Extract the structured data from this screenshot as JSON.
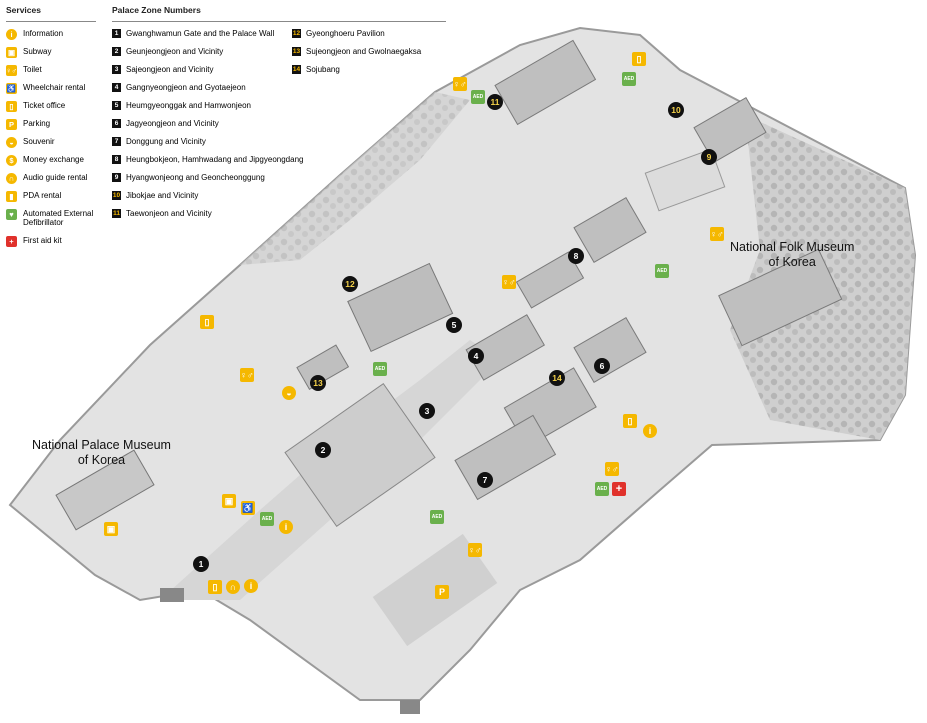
{
  "legend": {
    "services_title": "Services",
    "zones_title": "Palace Zone Numbers",
    "services": [
      {
        "icon": "info-icon",
        "glyph": "i",
        "label": "Information"
      },
      {
        "icon": "subway-icon",
        "glyph": "▣",
        "label": "Subway"
      },
      {
        "icon": "toilet-icon",
        "glyph": "♀♂",
        "label": "Toilet"
      },
      {
        "icon": "wheelchair-icon",
        "glyph": "♿",
        "label": "Wheelchair rental"
      },
      {
        "icon": "ticket-icon",
        "glyph": "▯",
        "label": "Ticket office"
      },
      {
        "icon": "parking-icon",
        "glyph": "P",
        "label": "Parking"
      },
      {
        "icon": "souvenir-icon",
        "glyph": "◒",
        "label": "Souvenir"
      },
      {
        "icon": "money-exchange-icon",
        "glyph": "$",
        "label": "Money exchange"
      },
      {
        "icon": "audio-guide-icon",
        "glyph": "∩",
        "label": "Audio guide rental"
      },
      {
        "icon": "pda-icon",
        "glyph": "▮",
        "label": "PDA rental"
      },
      {
        "icon": "aed-icon",
        "glyph": "♥",
        "label": "Automated External\nDefibrillator"
      },
      {
        "icon": "first-aid-icon",
        "glyph": "+",
        "label": "First aid kit"
      }
    ],
    "zones": [
      {
        "num": "1",
        "label": "Gwanghwamun Gate and the Palace Wall"
      },
      {
        "num": "2",
        "label": "Geunjeongjeon and Vicinity"
      },
      {
        "num": "3",
        "label": "Sajeongjeon and Vicinity"
      },
      {
        "num": "4",
        "label": "Gangnyeongjeon and Gyotaejeon"
      },
      {
        "num": "5",
        "label": "Heumgyeonggak and Hamwonjeon"
      },
      {
        "num": "6",
        "label": "Jagyeongjeon and Vicinity"
      },
      {
        "num": "7",
        "label": "Donggung and Vicinity"
      },
      {
        "num": "8",
        "label": "Heungbokjeon, Hamhwadang and Jipgyeongdang"
      },
      {
        "num": "9",
        "label": "Hyangwonjeong and Geoncheonggung"
      },
      {
        "num": "10",
        "label": "Jibokjae and Vicinity"
      },
      {
        "num": "11",
        "label": "Taewonjeon and Vicinity"
      },
      {
        "num": "12",
        "label": "Gyeonghoeru Pavilion"
      },
      {
        "num": "13",
        "label": "Sujeongjeon and Gwolnaegaksa"
      },
      {
        "num": "14",
        "label": "Sojubang"
      }
    ]
  },
  "map": {
    "places": {
      "folk_museum": "National Folk Museum\nof Korea",
      "palace_museum": "National Palace Museum\nof Korea"
    },
    "markers": [
      "1",
      "2",
      "3",
      "4",
      "5",
      "6",
      "7",
      "8",
      "9",
      "10",
      "11",
      "12",
      "13",
      "14"
    ],
    "aed_text": "AED",
    "colors": {
      "gold": "#f5b800",
      "aed_green": "#6ab04c",
      "first_aid_red": "#e0312b"
    }
  }
}
